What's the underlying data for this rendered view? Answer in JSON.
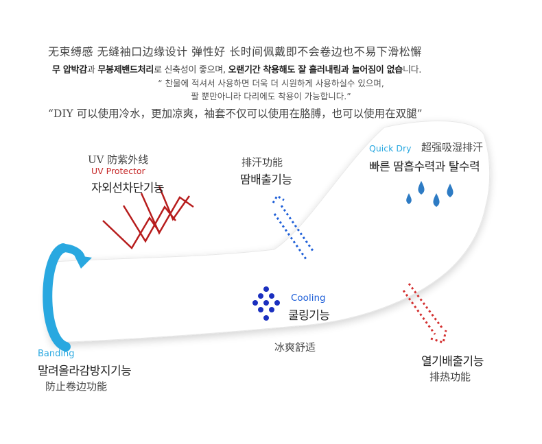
{
  "header": {
    "cn_title": "无束缚感  无缝袖口边缘设计   弹性好  长时间佩戴即不会卷边也不易下滑松懈",
    "kr_line1_a": "무 압박감",
    "kr_line1_b": "과 ",
    "kr_line1_c": "무봉제밴드처리",
    "kr_line1_d": "로 신축성이 좋으며, ",
    "kr_line1_e": "오랜기간 착용해도 잘 흘러내림과 늘어짐이 없습",
    "kr_line1_f": "니다.",
    "kr_line2": "“ 찬물에 적셔서 사용하면 더욱 더 시원하게 사용하실수 있으며,",
    "kr_line3": "팔 뿐만아니라 다리에도 착용이 가능합니다.”",
    "cn_diy": "“DIY 可以使用冷水，更加凉爽，袖套不仅可以使用在胳膊，也可以使用在双腿”"
  },
  "features": {
    "uv": {
      "cn": "UV 防紫外线",
      "en": "UV Protector",
      "kr": "자외선차단기능"
    },
    "sweat": {
      "cn": "排汗功能",
      "kr": "땀배출기능"
    },
    "quickdry": {
      "en": "Quick Dry",
      "cn": "超强吸湿排汗",
      "kr": "빠른 땀흡수력과 탈수력"
    },
    "cooling": {
      "en": "Cooling",
      "kr": "쿨링기능",
      "cn": "冰爽舒适"
    },
    "banding": {
      "en": "Banding",
      "kr": "말려올라감방지기능",
      "cn": "防止卷边功能"
    },
    "heat": {
      "kr": "열기배출기능",
      "cn": "排热功能"
    }
  },
  "colors": {
    "uv_red": "#c62828",
    "blue": "#1e5fd8",
    "navy": "#1a2fbf",
    "cyan": "#29a8e0",
    "drop": "#2d7bc4",
    "heat_red": "#d32f2f"
  }
}
